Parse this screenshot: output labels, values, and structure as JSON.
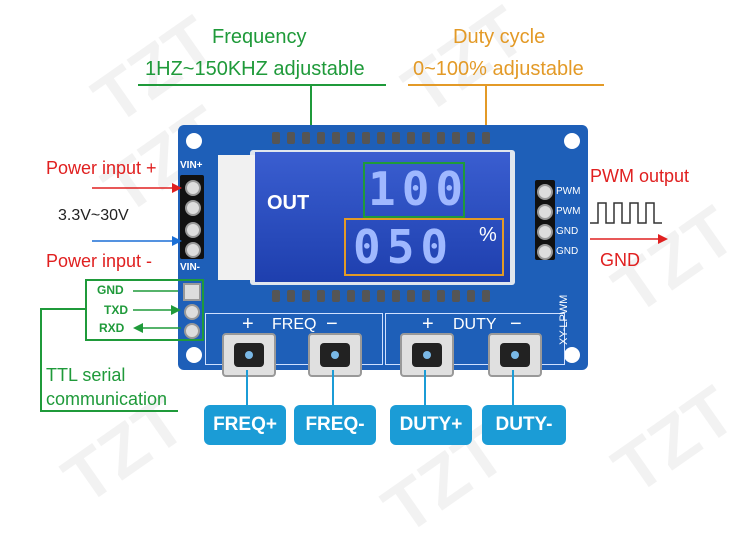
{
  "labels": {
    "frequency_title": "Frequency",
    "frequency_range": "1HZ~150KHZ adjustable",
    "duty_title": "Duty cycle",
    "duty_range": "0~100% adjustable",
    "power_input_plus": "Power input +",
    "voltage": "3.3V~30V",
    "power_input_minus": "Power input -",
    "pwm_output": "PWM output",
    "gnd_out": "GND",
    "ttl_line1": "TTL serial",
    "ttl_line2": "communication"
  },
  "serial_pins": {
    "gnd": "GND",
    "txd": "TXD",
    "rxd": "RXD"
  },
  "board": {
    "vin_plus": "VIN+",
    "vin_minus": "VIN-",
    "pwm1": "PWM",
    "pwm2": "PWM",
    "gnd1": "GND",
    "gnd2": "GND",
    "freq_silk": "FREQ",
    "duty_silk": "DUTY",
    "plus": "+",
    "minus": "−",
    "model": "XY-LPWM"
  },
  "lcd": {
    "out_label": "OUT",
    "freq_value": "100",
    "duty_value": "050",
    "percent": "%"
  },
  "buttons": [
    {
      "label": "FREQ+"
    },
    {
      "label": "FREQ-"
    },
    {
      "label": "DUTY+"
    },
    {
      "label": "DUTY-"
    }
  ],
  "watermark": "TZT",
  "colors": {
    "green": "#1f9a3a",
    "orange": "#e39a27",
    "red": "#e02020",
    "blue_button": "#1b9cd6",
    "lcd": "#2a4fc0"
  }
}
